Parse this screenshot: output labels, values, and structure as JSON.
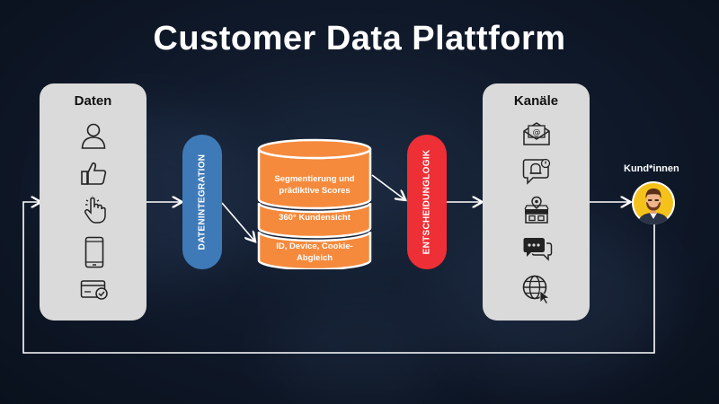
{
  "title": "Customer Data Plattform",
  "left_panel": {
    "title": "Daten",
    "icons": [
      "user-icon",
      "thumbs-up-icon",
      "click-pointer-icon",
      "smartphone-icon",
      "credit-card-check-icon"
    ]
  },
  "integration": {
    "label": "DATENINTEGRATION",
    "color": "#3f7ab8"
  },
  "database": {
    "color": "#f58a3d",
    "segments": [
      {
        "label": "Segmentierung und prädiktive Scores"
      },
      {
        "label": "360° Kundensicht"
      },
      {
        "label": "ID, Device, Cookie-Abgleich"
      }
    ]
  },
  "decision": {
    "label": "ENTSCHEIDUNGLOGIK",
    "color": "#ee2f36"
  },
  "right_panel": {
    "title": "Kanäle",
    "icons": [
      "email-icon",
      "notification-icon",
      "store-location-icon",
      "chat-bubbles-icon",
      "web-globe-icon"
    ]
  },
  "customer": {
    "label": "Kund*innen",
    "icon": "customer-avatar-icon"
  }
}
